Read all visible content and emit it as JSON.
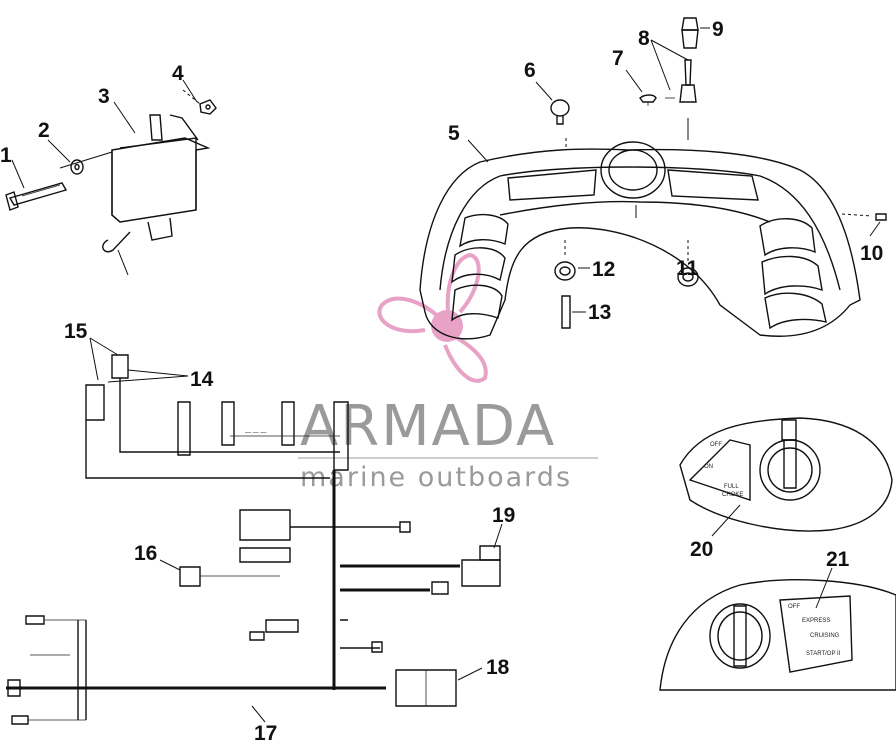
{
  "callouts": {
    "c1": "1",
    "c2": "2",
    "c3": "3",
    "c4": "4",
    "c5": "5",
    "c6": "6",
    "c7": "7",
    "c8": "8",
    "c9": "9",
    "c10": "10",
    "c11": "11",
    "c12": "12",
    "c13": "13",
    "c14": "14",
    "c15": "15",
    "c16": "16",
    "c17": "17",
    "c18": "18",
    "c19": "19",
    "c20": "20",
    "c21": "21"
  },
  "watermark": {
    "title": "ARMADA",
    "subtitle": "marine outboards",
    "logo_icon": "propeller-logo-icon",
    "logo_color": "#e7a2c6",
    "text_color": "#9a9a9a"
  },
  "switch20": {
    "off": "OFF",
    "on": "ON",
    "full": "FULL",
    "choke": "CHOKE"
  },
  "switch21": {
    "off": "OFF",
    "express": "EXPRESS",
    "cruise": "CRUISING",
    "start": "START/OP II"
  }
}
